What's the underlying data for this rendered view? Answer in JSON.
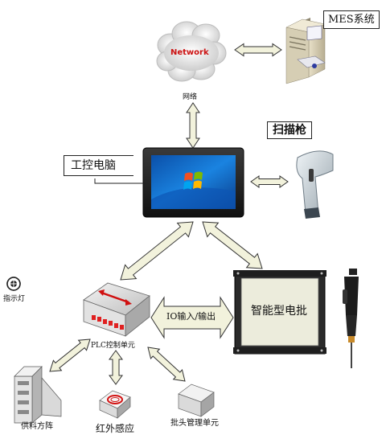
{
  "nodes": {
    "network": {
      "label": "Network",
      "caption": "网络"
    },
    "mes": {
      "label": "MES系统"
    },
    "pc": {
      "label": "工控电脑"
    },
    "scanner": {
      "label": "扫描枪"
    },
    "plc": {
      "label": "PLC控制单元"
    },
    "screwdriver": {
      "label": "智能型电批"
    },
    "indicator": {
      "label": "指示灯"
    },
    "feeder": {
      "label": "供料方阵"
    },
    "infrared": {
      "label": "红外感应"
    },
    "bit_manager": {
      "label": "批头管理单元"
    }
  },
  "links": {
    "io": {
      "label": "IO输入/输出"
    }
  },
  "colors": {
    "arrow_fill": "#f2f2dc",
    "arrow_stroke": "#333333",
    "network_text": "#cc1111",
    "screen_blue": "#1a6fd0",
    "device_dark": "#2a2a2a"
  }
}
